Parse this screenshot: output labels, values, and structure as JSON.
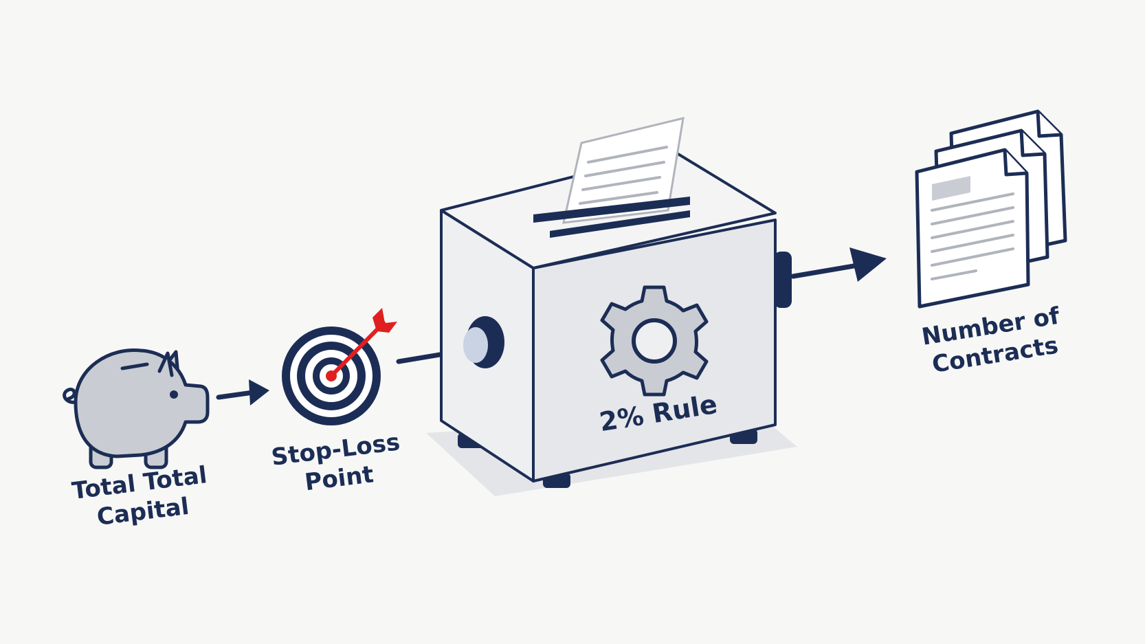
{
  "diagram": {
    "capital": {
      "label_line1": "Total Total",
      "label_line2": "Capital",
      "icon": "piggy-bank-icon"
    },
    "stop_loss": {
      "label_line1": "Stop-Loss",
      "label_line2": "Point",
      "icon": "target-with-arrow-icon"
    },
    "machine": {
      "label": "2% Rule",
      "icon": "gear-icon"
    },
    "output": {
      "label_line1": "Number of",
      "label_line2": "Contracts",
      "icon": "documents-stack-icon"
    }
  },
  "colors": {
    "navy": "#1c2d55",
    "gray": "#c9cdd3",
    "light_gray": "#e8e9ec",
    "red": "#e02020",
    "background": "#f7f7f6"
  }
}
